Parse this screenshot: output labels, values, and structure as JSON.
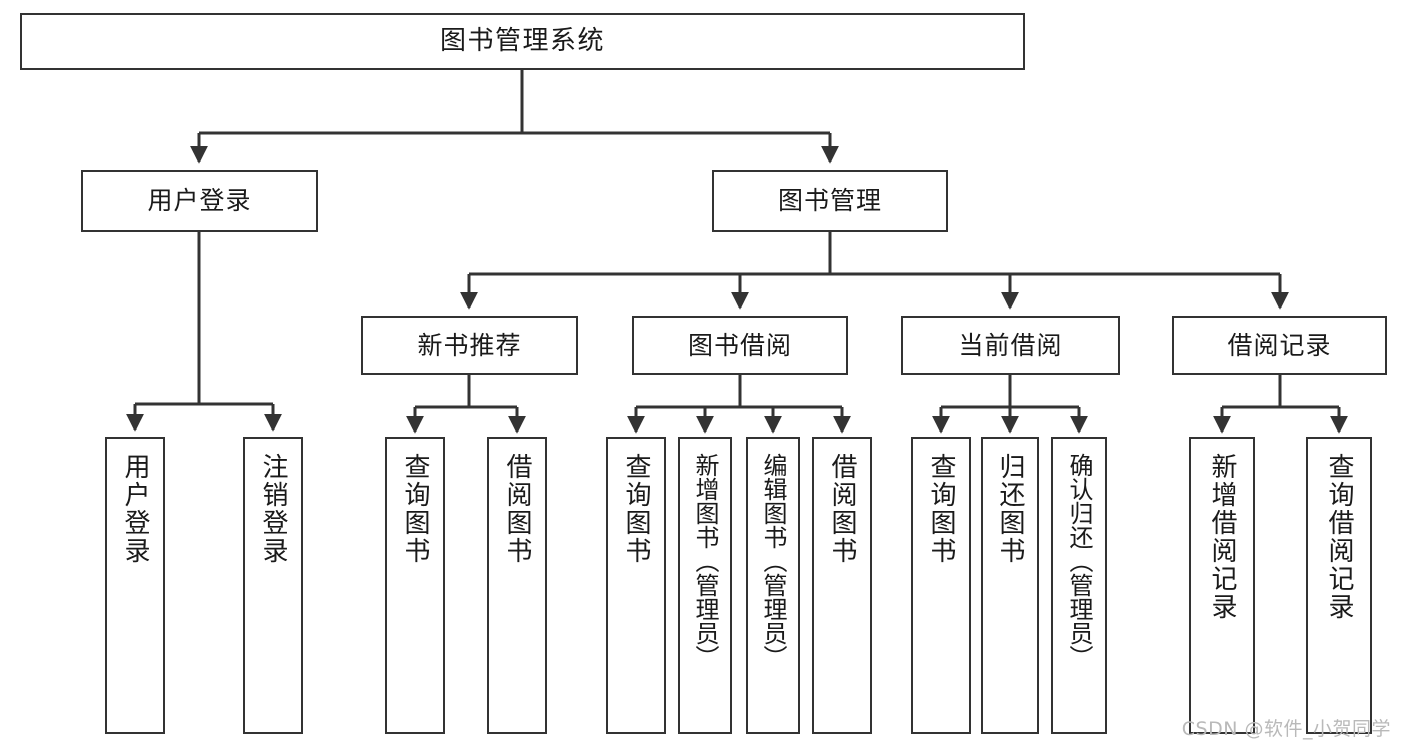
{
  "diagram": {
    "title": "图书管理系统",
    "type": "tree-hierarchy-chart",
    "colors": {
      "box_border": "#333333",
      "box_fill": "#ffffff",
      "edge": "#333333",
      "text": "#1a1a1a",
      "watermark": "#b9b9b9",
      "background": "#ffffff"
    },
    "root": {
      "label": "图书管理系统"
    },
    "level2": [
      {
        "label": "用户登录"
      },
      {
        "label": "图书管理"
      }
    ],
    "level3": [
      {
        "label": "新书推荐"
      },
      {
        "label": "图书借阅"
      },
      {
        "label": "当前借阅"
      },
      {
        "label": "借阅记录"
      }
    ],
    "leaves_user_login": [
      {
        "label": "用户登录"
      },
      {
        "label": "注销登录"
      }
    ],
    "leaves_new_books": [
      {
        "label": "查询图书"
      },
      {
        "label": "借阅图书"
      }
    ],
    "leaves_book_borrow": [
      {
        "label": "查询图书"
      },
      {
        "label": "新增图书（管理员）"
      },
      {
        "label": "编辑图书（管理员）"
      },
      {
        "label": "借阅图书"
      }
    ],
    "leaves_current_borrow": [
      {
        "label": "查询图书"
      },
      {
        "label": "归还图书"
      },
      {
        "label": "确认归还（管理员）"
      }
    ],
    "leaves_borrow_records": [
      {
        "label": "新增借阅记录"
      },
      {
        "label": "查询借阅记录"
      }
    ]
  },
  "watermark": {
    "text": "CSDN @软件_小贺同学"
  }
}
